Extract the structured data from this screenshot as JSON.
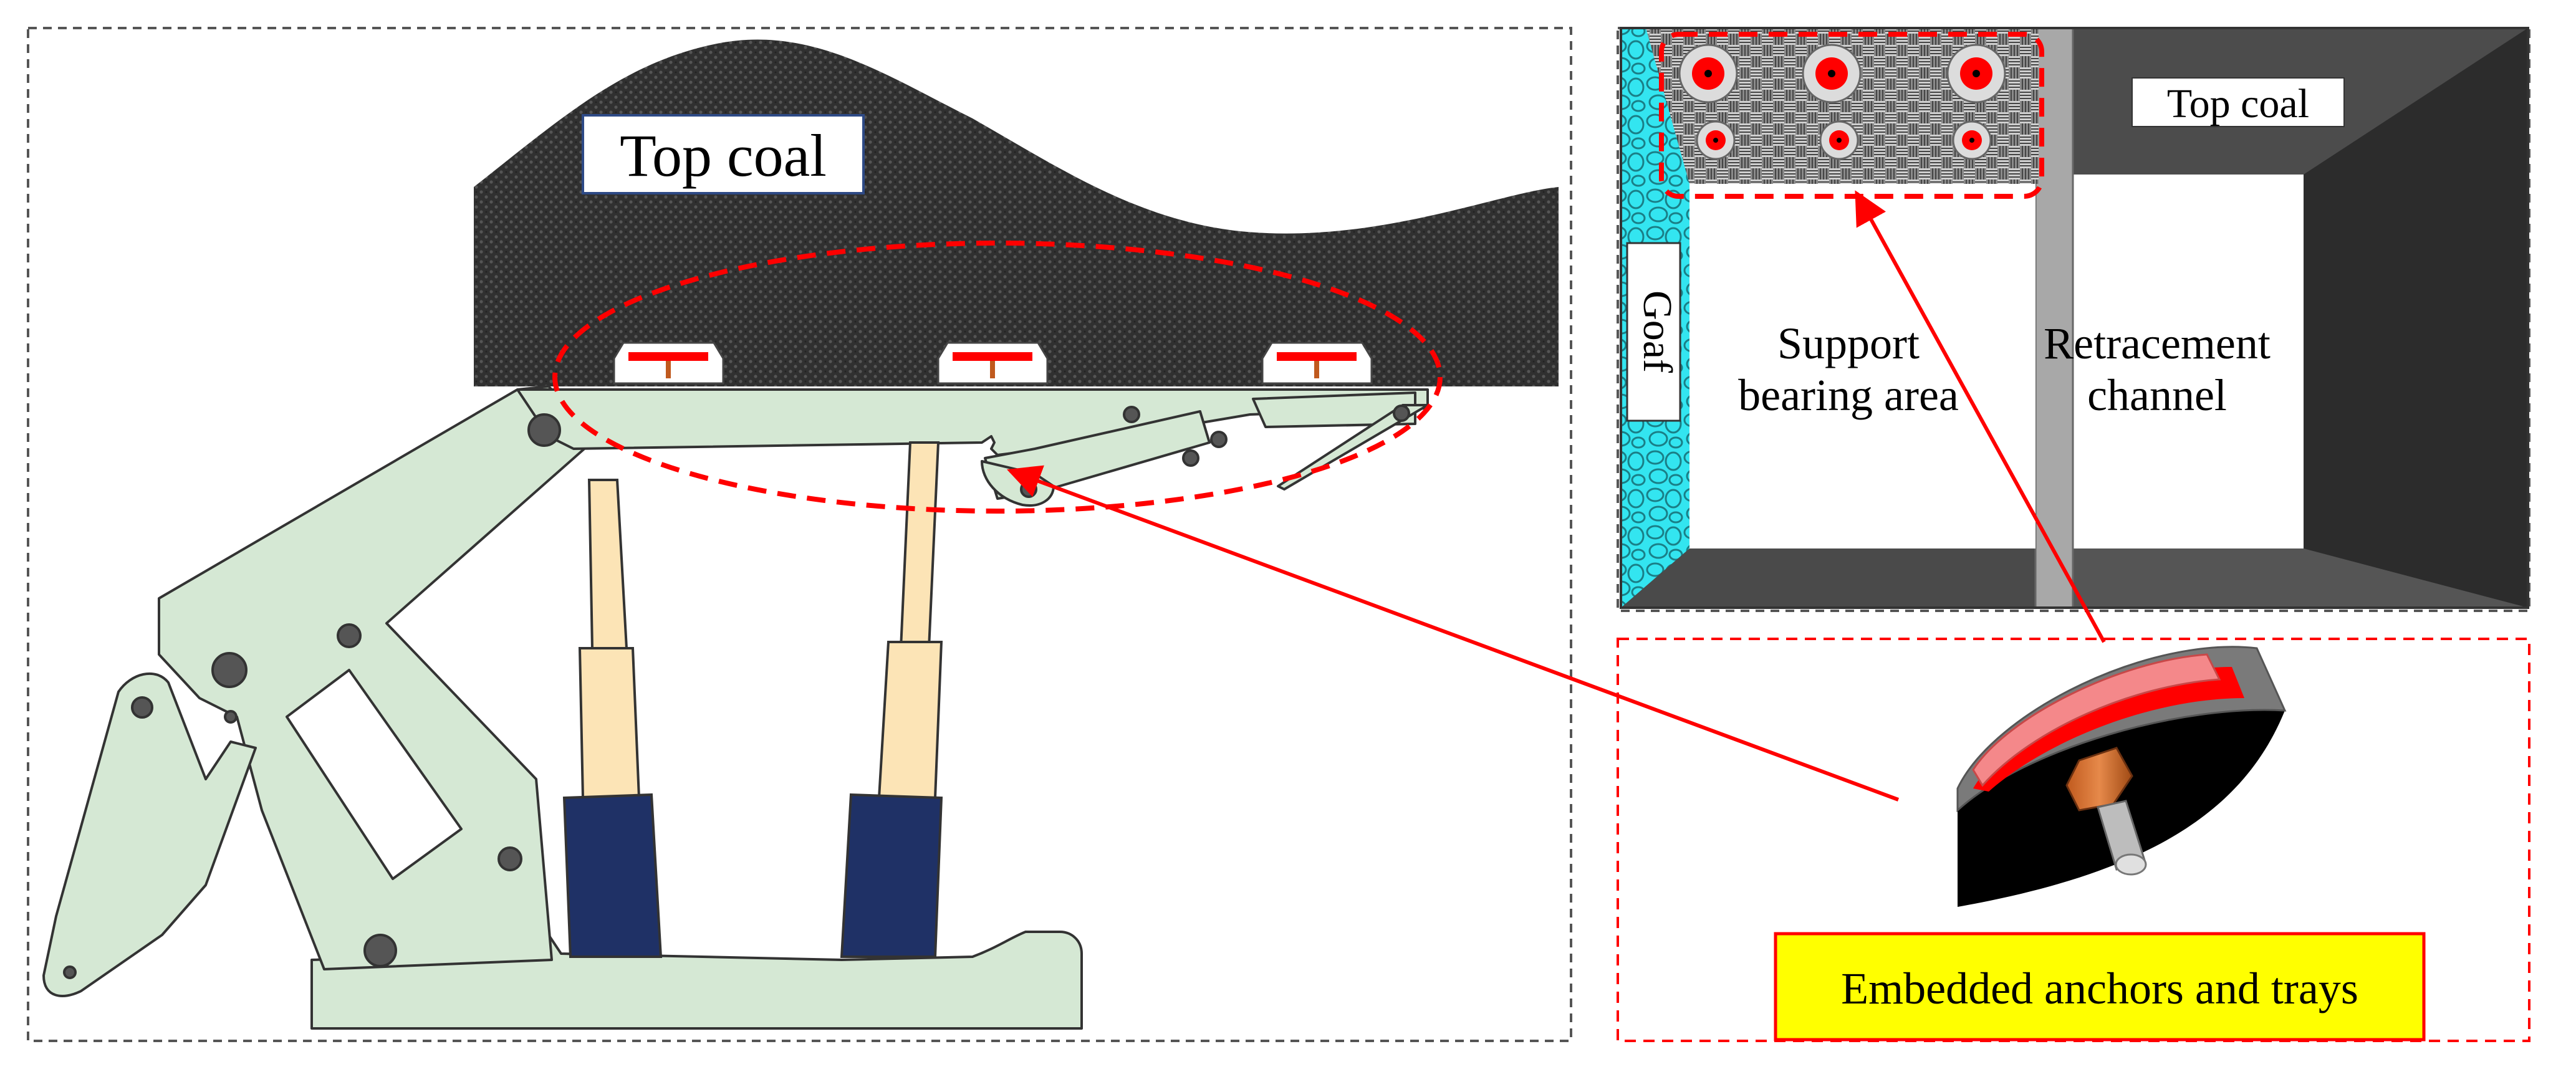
{
  "labels": {
    "top_coal_left": "Top coal",
    "top_coal_right": "Top coal",
    "goaf": "Goaf",
    "support_line1": "Support",
    "support_line2": "bearing area",
    "retracement_line1": "Retracement",
    "retracement_line2": "channel",
    "embedded": "Embedded anchors and trays"
  },
  "colors": {
    "support_body": "#d5e8d4",
    "support_outline": "#333333",
    "piston_rod": "#fce4b6",
    "cylinder": "#1f3166",
    "coal_dark": "#2f2f2f",
    "tray_red": "#ff0000",
    "tray_pink": "#f4888a",
    "gob_cyan": "#33e5f0",
    "callout_red": "#ff0000",
    "label_yellow": "#ffff00"
  }
}
